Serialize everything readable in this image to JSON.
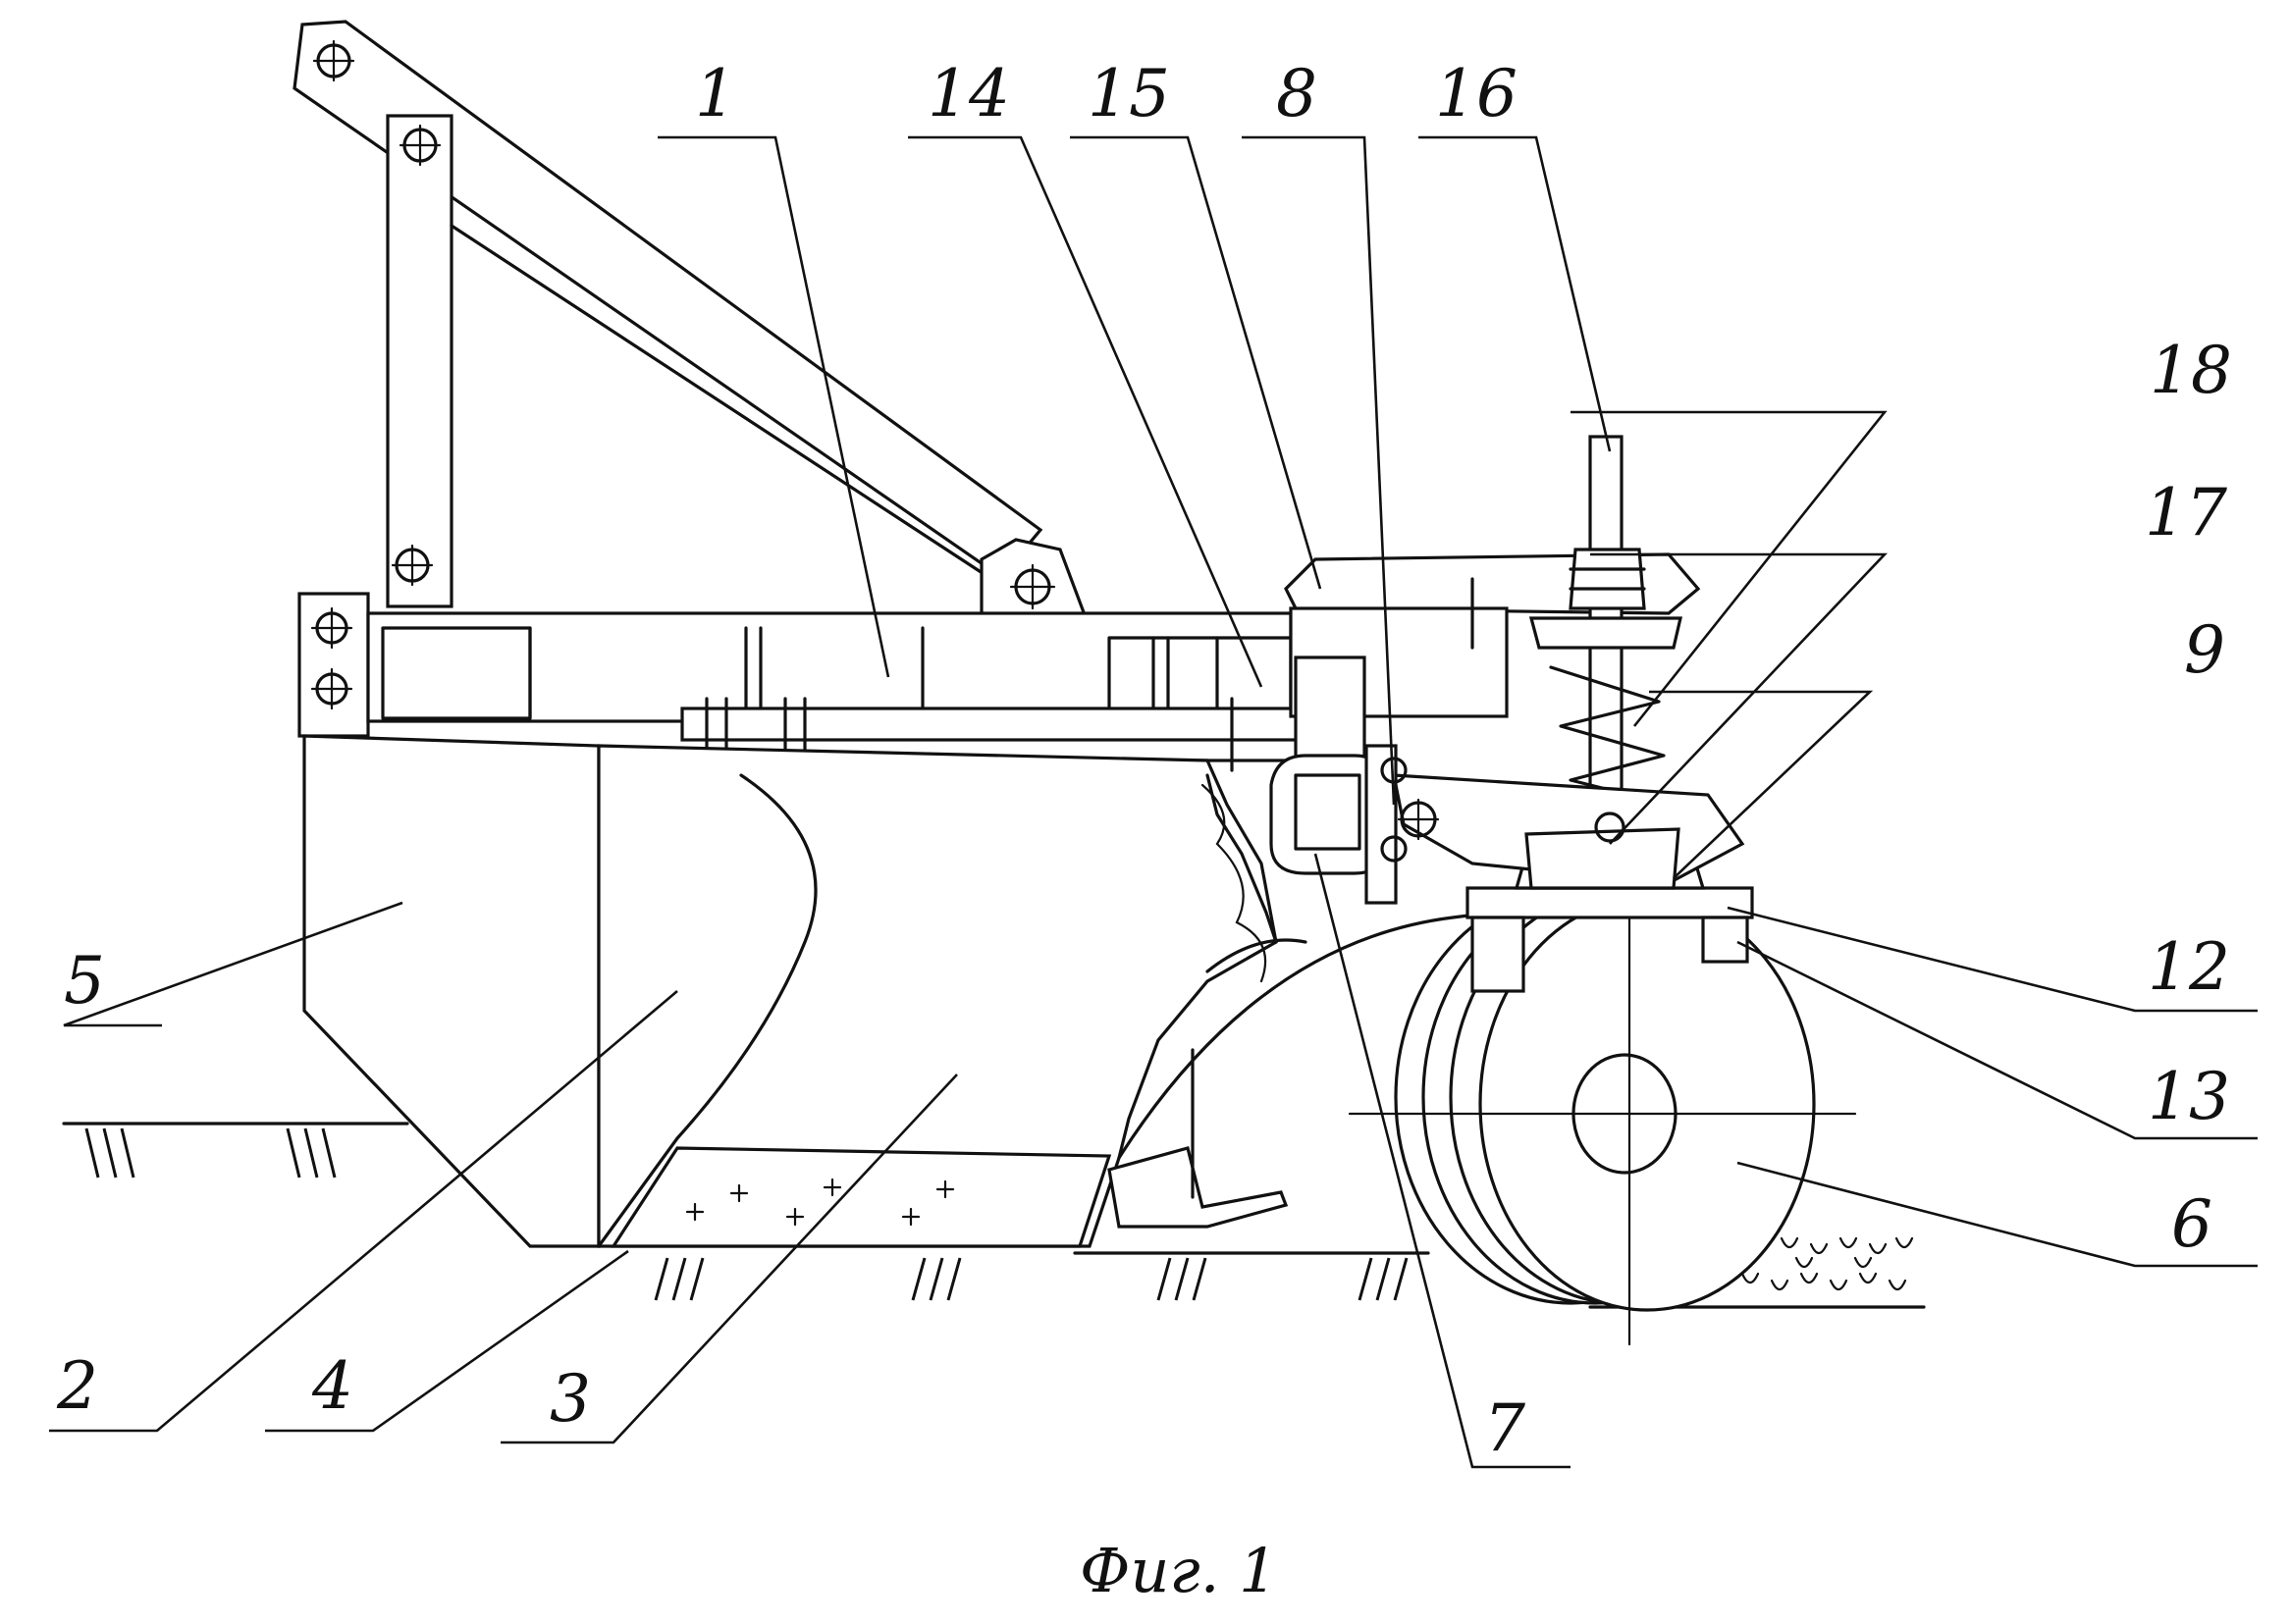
{
  "figure": {
    "caption": "Фиг. 1",
    "callouts": [
      {
        "id": "c1",
        "label": "1"
      },
      {
        "id": "c2",
        "label": "2"
      },
      {
        "id": "c3",
        "label": "3"
      },
      {
        "id": "c4",
        "label": "4"
      },
      {
        "id": "c5",
        "label": "5"
      },
      {
        "id": "c6",
        "label": "6"
      },
      {
        "id": "c7",
        "label": "7"
      },
      {
        "id": "c8",
        "label": "8"
      },
      {
        "id": "c9",
        "label": "9"
      },
      {
        "id": "c12",
        "label": "12"
      },
      {
        "id": "c13",
        "label": "13"
      },
      {
        "id": "c14",
        "label": "14"
      },
      {
        "id": "c15",
        "label": "15"
      },
      {
        "id": "c16",
        "label": "16"
      },
      {
        "id": "c17",
        "label": "17"
      },
      {
        "id": "c18",
        "label": "18"
      }
    ]
  }
}
